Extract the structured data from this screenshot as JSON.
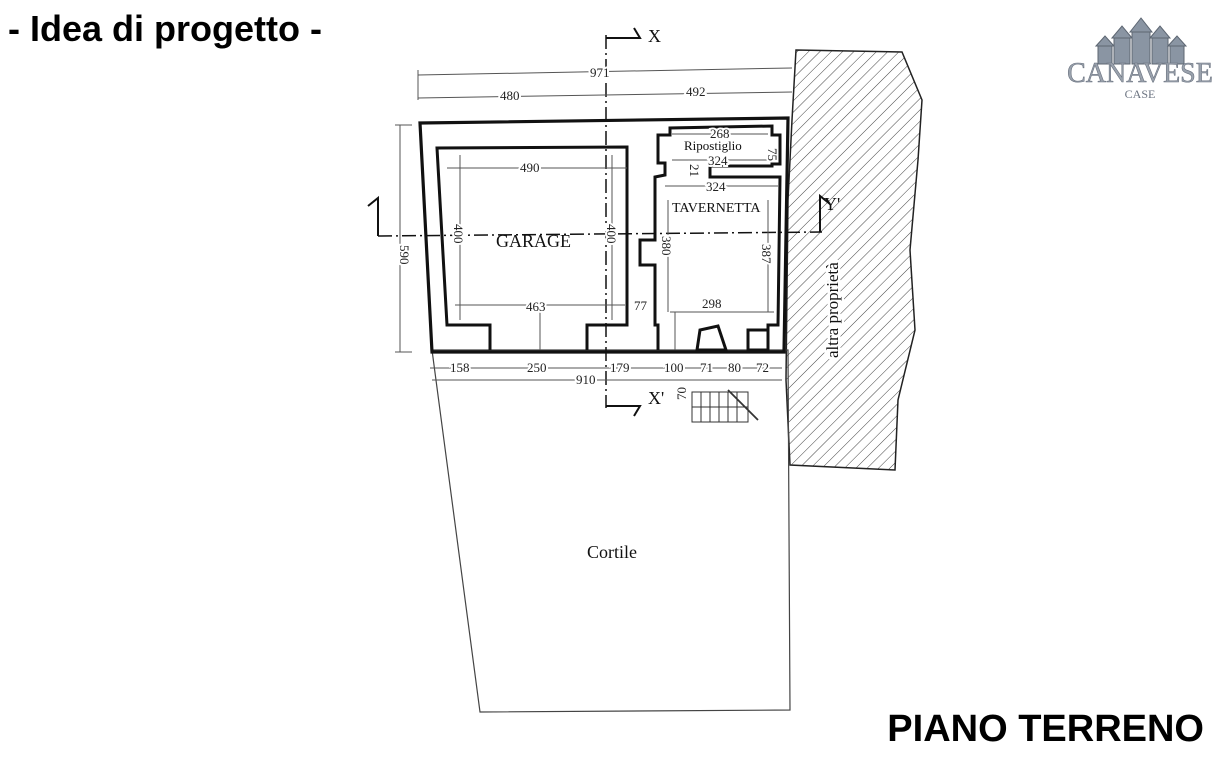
{
  "header": {
    "title": "- Idea di progetto -"
  },
  "footer": {
    "title": "PIANO TERRENO"
  },
  "logo": {
    "main": "CANAVESE",
    "sub": "CASE"
  },
  "rooms": {
    "garage": "GARAGE",
    "tavernetta": "TAVERNETTA",
    "ripostiglio": "Ripostiglio",
    "cortile": "Cortile",
    "neighbor": "altra proprietà"
  },
  "sections": {
    "x_top": "X",
    "x_bottom": "X'",
    "y_right": "Y'"
  },
  "dimensions": {
    "total_top": "971",
    "left_top": "480",
    "right_top": "492",
    "garage_width": "490",
    "garage_height_left": "400",
    "garage_height_right": "400",
    "garage_inner_bottom": "463",
    "overall_height": "590",
    "rip_top": "268",
    "rip_bottom": "324",
    "rip_side": "75",
    "rip_wall": "21",
    "tav_top": "324",
    "tav_left": "380",
    "tav_right": "387",
    "tav_bottom": "298",
    "wall_mid": "77",
    "seg_158": "158",
    "seg_250": "250",
    "seg_179": "179",
    "seg_100": "100",
    "seg_71": "71",
    "seg_80": "80",
    "seg_72": "72",
    "total_bottom": "910",
    "stairs": "70"
  }
}
